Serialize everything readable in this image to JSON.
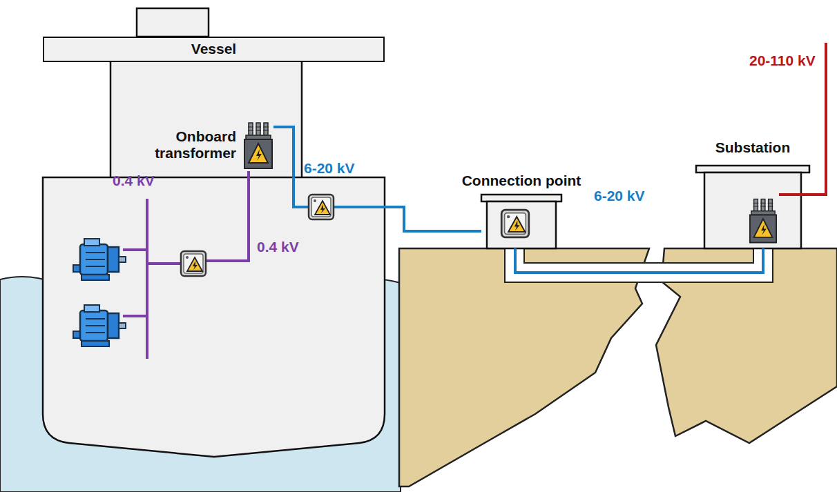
{
  "diagram": {
    "nodes": [
      {
        "text": [
          "Vessel"
        ]
      },
      {
        "text": [
          "Onboard transformer"
        ]
      },
      {
        "text": [
          "Connection point"
        ]
      },
      {
        "text": [
          "Substation"
        ]
      }
    ],
    "edges": [
      {
        "from": 1,
        "to": 2,
        "arrow": "none",
        "label": "6-20 kV"
      },
      {
        "from": 2,
        "to": 3,
        "arrow": "none",
        "label": "6-20 kV"
      }
    ],
    "labels": [
      "0.4 kV",
      "0.4 kV",
      "20-110 kV"
    ]
  }
}
